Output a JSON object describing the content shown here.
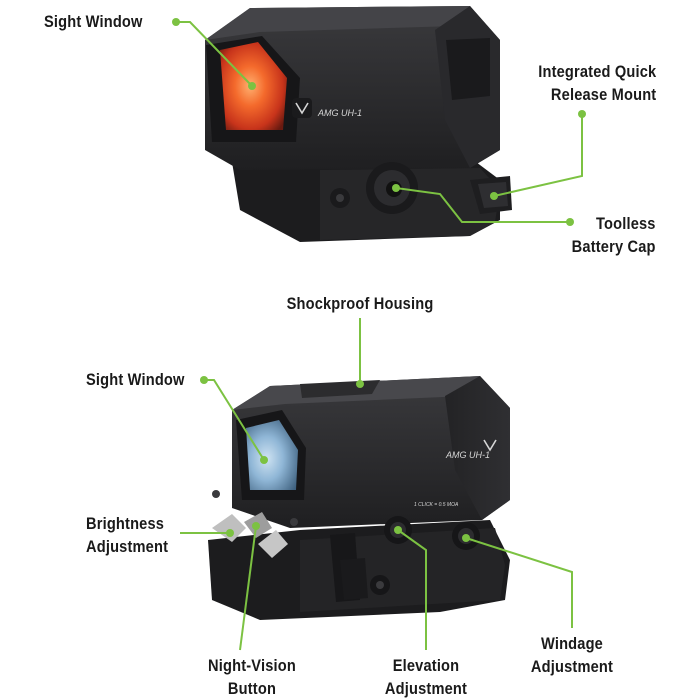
{
  "callouts": {
    "top_sight_window": "Sight Window",
    "quick_release": [
      "Integrated Quick",
      "Release Mount"
    ],
    "battery_cap": [
      "Toolless",
      "Battery Cap"
    ],
    "shockproof": "Shockproof Housing",
    "bottom_sight_window": "Sight Window",
    "brightness": [
      "Brightness",
      "Adjustment"
    ],
    "night_vision": [
      "Night-Vision",
      "Button"
    ],
    "elevation": [
      "Elevation",
      "Adjustment"
    ],
    "windage": [
      "Windage",
      "Adjustment"
    ]
  },
  "product_marking": {
    "model": "AMG UH-1",
    "click_value": "1 CLICK = 0.5 MOA"
  },
  "colors": {
    "callout_green": "#7cc242",
    "housing": "#2b2b2d",
    "window_red": "#e2482a",
    "window_blue": "#9cc4e4"
  }
}
